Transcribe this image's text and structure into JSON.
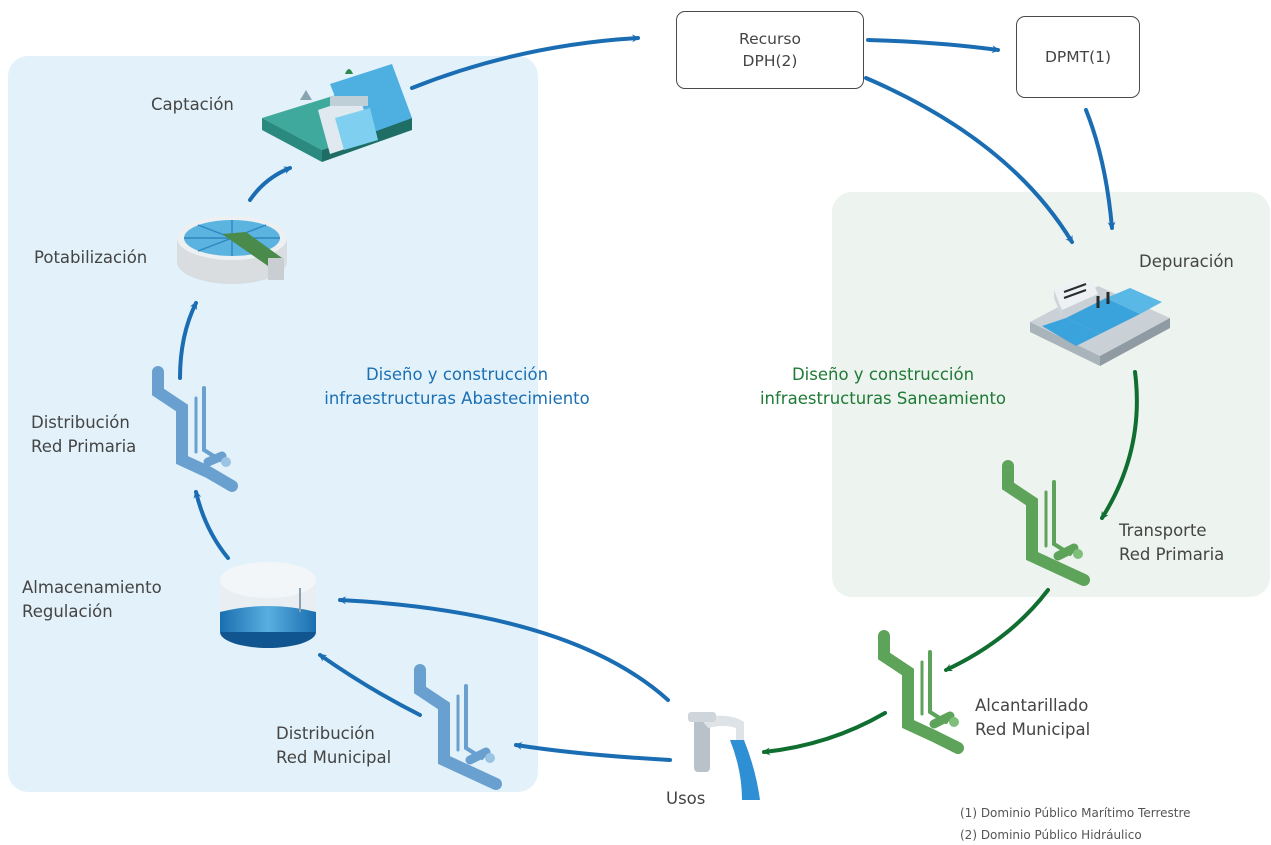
{
  "nodes": {
    "captacion": "Captación",
    "potabilizacion": "Potabilización",
    "distribucion_red_primaria": [
      "Distribución",
      "Red Primaria"
    ],
    "almacenamiento_regulacion": [
      "Almacenamiento",
      "Regulación"
    ],
    "distribucion_red_municipal": [
      "Distribución",
      "Red Municipal"
    ],
    "usos": "Usos",
    "alcantarillado_red_municipal": [
      "Alcantarillado",
      "Red Municipal"
    ],
    "transporte_red_primaria": [
      "Transporte",
      "Red Primaria"
    ],
    "depuracion": "Depuración"
  },
  "boxes": {
    "recurso_dph": [
      "Recurso",
      "DPH(2)"
    ],
    "dpmt": "DPMT(1)"
  },
  "regions": {
    "abastecimiento": [
      "Diseño y construcción",
      "infraestructuras Abastecimiento"
    ],
    "saneamiento": [
      "Diseño y construcción",
      "infraestructuras Saneamiento"
    ]
  },
  "footnotes": [
    "(1) Dominio Público Marítimo Terrestre",
    "(2) Dominio Público Hidráulico"
  ],
  "colors": {
    "supply_arrows": "#1b6db3",
    "sanitation_arrows": "#0f6e30",
    "supply_region": "#e3f2fa",
    "sanitation_region": "#edf3ee"
  },
  "icons": {
    "captacion": "dam-icon",
    "potabilizacion": "treatment-tank-icon",
    "pipes": "pipe-network-icon",
    "almacenamiento": "water-tank-icon",
    "usos": "faucet-icon",
    "depuracion": "wastewater-plant-icon"
  }
}
